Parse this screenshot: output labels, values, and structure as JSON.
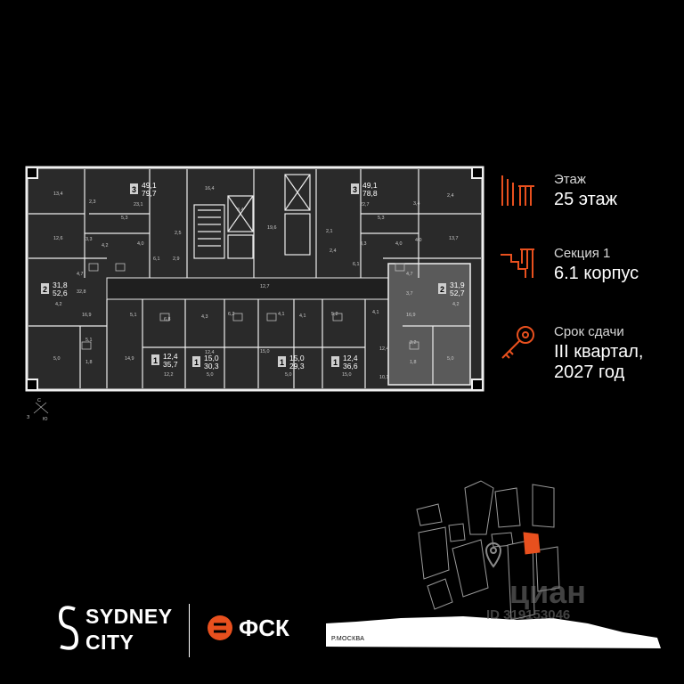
{
  "floor": {
    "label": "Этаж",
    "value": "25 этаж"
  },
  "section": {
    "label": "Секция 1",
    "value": "6.1 корпус"
  },
  "deadline": {
    "label": "Срок сдачи",
    "line1": "III квартал,",
    "line2": "2027 год"
  },
  "apartments": [
    {
      "rooms": "3",
      "area_living": "49,1",
      "area_total": "79,7"
    },
    {
      "rooms": "3",
      "area_living": "49,1",
      "area_total": "78,8"
    },
    {
      "rooms": "2",
      "area_living": "31,8",
      "area_total": "52,6"
    },
    {
      "rooms": "2",
      "area_living": "31,9",
      "area_total": "52,7"
    },
    {
      "rooms": "1",
      "area_living": "12,4",
      "area_total": "35,7"
    },
    {
      "rooms": "1",
      "area_living": "15,0",
      "area_total": "30,3"
    },
    {
      "rooms": "1",
      "area_living": "15,0",
      "area_total": "29,3"
    },
    {
      "rooms": "1",
      "area_living": "12,4",
      "area_total": "36,6"
    }
  ],
  "room_areas": [
    "13,4",
    "2,3",
    "23,1",
    "5,3",
    "3,3",
    "4,2",
    "4,0",
    "6,1",
    "12,6",
    "16,4",
    "3,4",
    "2,5",
    "2,9",
    "19,6",
    "2,1",
    "2,4",
    "6,1",
    "22,7",
    "5,3",
    "3,3",
    "4,0",
    "4,0",
    "3,4",
    "2,4",
    "13,7",
    "12,7",
    "32,8",
    "4,7",
    "4,2",
    "16,9",
    "5,1",
    "6,8",
    "4,3",
    "6,2",
    "4,1",
    "4,1",
    "5,2",
    "4,1",
    "3,7",
    "4,7",
    "4,2",
    "16,9",
    "5,1",
    "1,8",
    "5,0",
    "14,9",
    "12,2",
    "12,4",
    "5,0",
    "15,0",
    "5,0",
    "15,0",
    "12,4",
    "10,1",
    "3,2",
    "1,8",
    "5,0",
    "15,0"
  ],
  "compass": {
    "n": "С",
    "w": "З",
    "s": "Ю"
  },
  "brand": {
    "line1": "SYDNEY",
    "line2": "CITY",
    "partner": "ФСК"
  },
  "map": {
    "river_label": "Р.МОСКВА"
  },
  "watermark": {
    "brand": "циан",
    "id": "ID 319153046"
  },
  "colors": {
    "accent": "#e8501e",
    "background": "#000000",
    "plan_fill": "#2b2b2b",
    "plan_wall": "#f2f2f2"
  }
}
